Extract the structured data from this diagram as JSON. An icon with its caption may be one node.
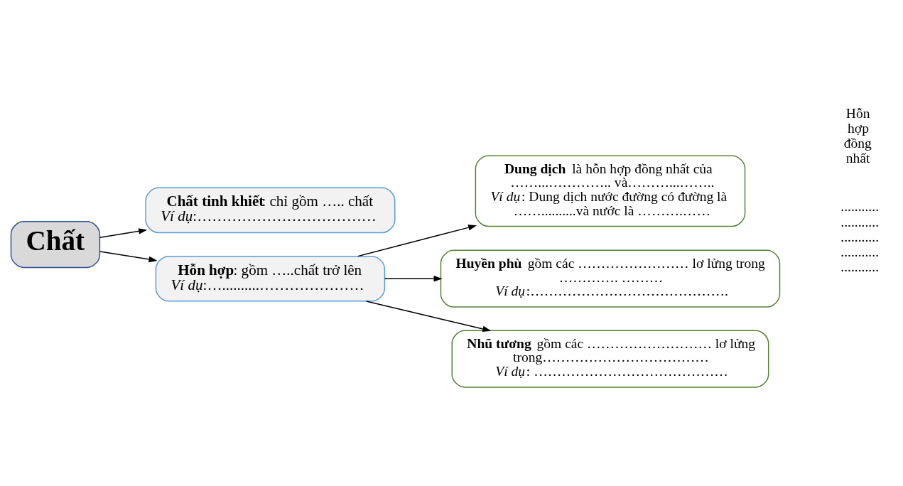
{
  "diagram": {
    "nodes": [
      {
        "text": [
          "Chất"
        ]
      },
      {
        "text": [
          "**Chất tinh khiết**: chỉ gồm ….. chất",
          "*Ví dụ*:………………………………"
        ]
      },
      {
        "text": [
          "**Hỗn hợp**: gồm …..chất trở lên",
          "*Ví dụ*:…..........…………………"
        ]
      },
      {
        "text": [
          "**Dung dịch** là hỗn hợp đồng nhất của ……...………….. và………...……..",
          "*Ví dụ*: Dung dịch nước đường có đường là ……..........và nước là ……….……"
        ]
      },
      {
        "text": [
          "**Huyền phù** gồm các …………………… lơ lửng trong …………. ………",
          "*Ví dụ*:……………………………………."
        ]
      },
      {
        "text": [
          "**Nhũ tương** gồm các ……………………… lơ lửng trong………………………………",
          "*Ví dụ*: ……………………………………"
        ]
      }
    ],
    "edges": [
      {
        "from": 0,
        "to": 1,
        "arrow": "to"
      },
      {
        "from": 0,
        "to": 2,
        "arrow": "to"
      },
      {
        "from": 2,
        "to": 3,
        "arrow": "to"
      },
      {
        "from": 2,
        "to": 4,
        "arrow": "to"
      },
      {
        "from": 2,
        "to": 5,
        "arrow": "to"
      }
    ],
    "labels": [
      "Hỗn hợp đồng nhất",
      "...........",
      "...........",
      "...........",
      "...........",
      "..........."
    ]
  }
}
